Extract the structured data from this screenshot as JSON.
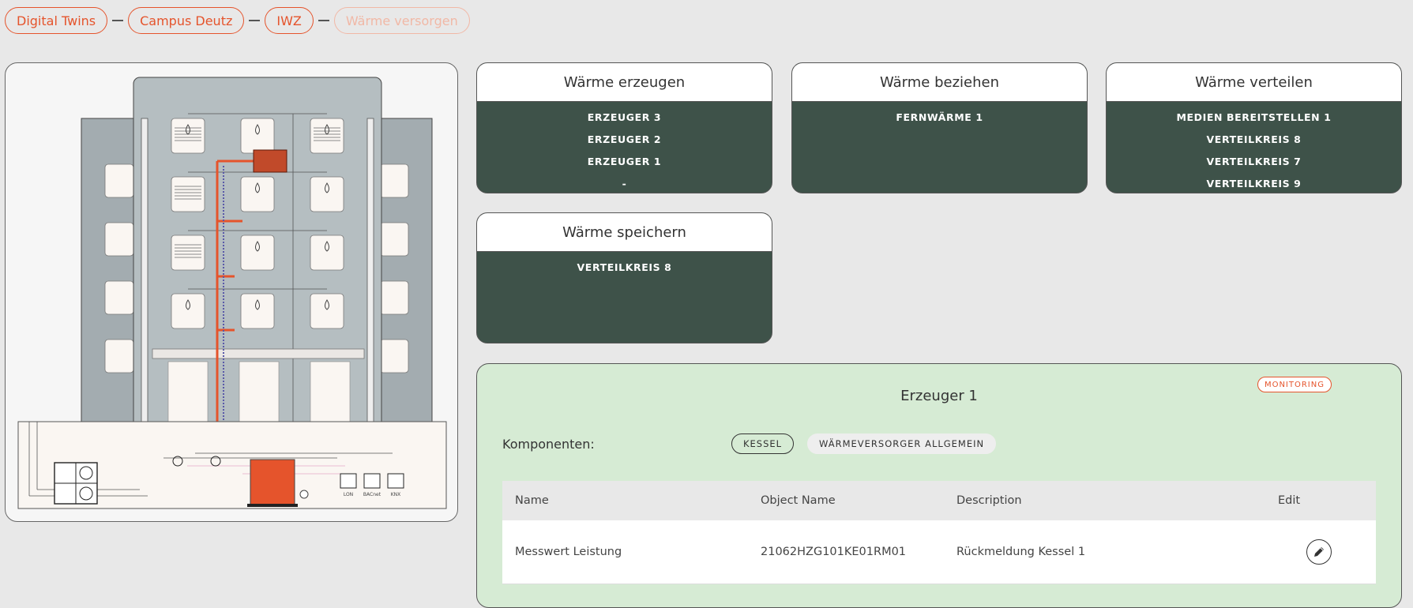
{
  "breadcrumb": [
    {
      "label": "Digital Twins",
      "active": true
    },
    {
      "label": "Campus Deutz",
      "active": true
    },
    {
      "label": "IWZ",
      "active": true
    },
    {
      "label": "Wärme versorgen",
      "active": false
    }
  ],
  "building": {
    "protocol_labels": [
      "LON",
      "BACnet",
      "KNX"
    ]
  },
  "cards": {
    "erzeugen": {
      "title": "Wärme erzeugen",
      "items": [
        "ERZEUGER 3",
        "ERZEUGER 2",
        "ERZEUGER 1",
        "-"
      ]
    },
    "beziehen": {
      "title": "Wärme beziehen",
      "items": [
        "FERNWÄRME 1"
      ]
    },
    "verteilen": {
      "title": "Wärme verteilen",
      "items": [
        "MEDIEN BEREITSTELLEN 1",
        "VERTEILKREIS 8",
        "VERTEILKREIS 7",
        "VERTEILKREIS 9"
      ]
    },
    "speichern": {
      "title": "Wärme speichern",
      "items": [
        "VERTEILKREIS 8"
      ]
    }
  },
  "detail": {
    "title": "Erzeuger 1",
    "badge": "MONITORING",
    "components_label": "Komponenten:",
    "chips": [
      {
        "label": "KESSEL",
        "active": true
      },
      {
        "label": "WÄRMEVERSORGER ALLGEMEIN",
        "active": false
      }
    ],
    "table": {
      "headers": [
        "Name",
        "Object Name",
        "Description",
        "Edit"
      ],
      "rows": [
        {
          "name": "Messwert Leistung",
          "object_name": "21062HZG101KE01RM01",
          "description": "Rückmeldung Kessel 1"
        }
      ]
    }
  },
  "colors": {
    "accent": "#e5542c",
    "card_body": "#3e5249",
    "detail_bg": "#d6ebd4"
  }
}
